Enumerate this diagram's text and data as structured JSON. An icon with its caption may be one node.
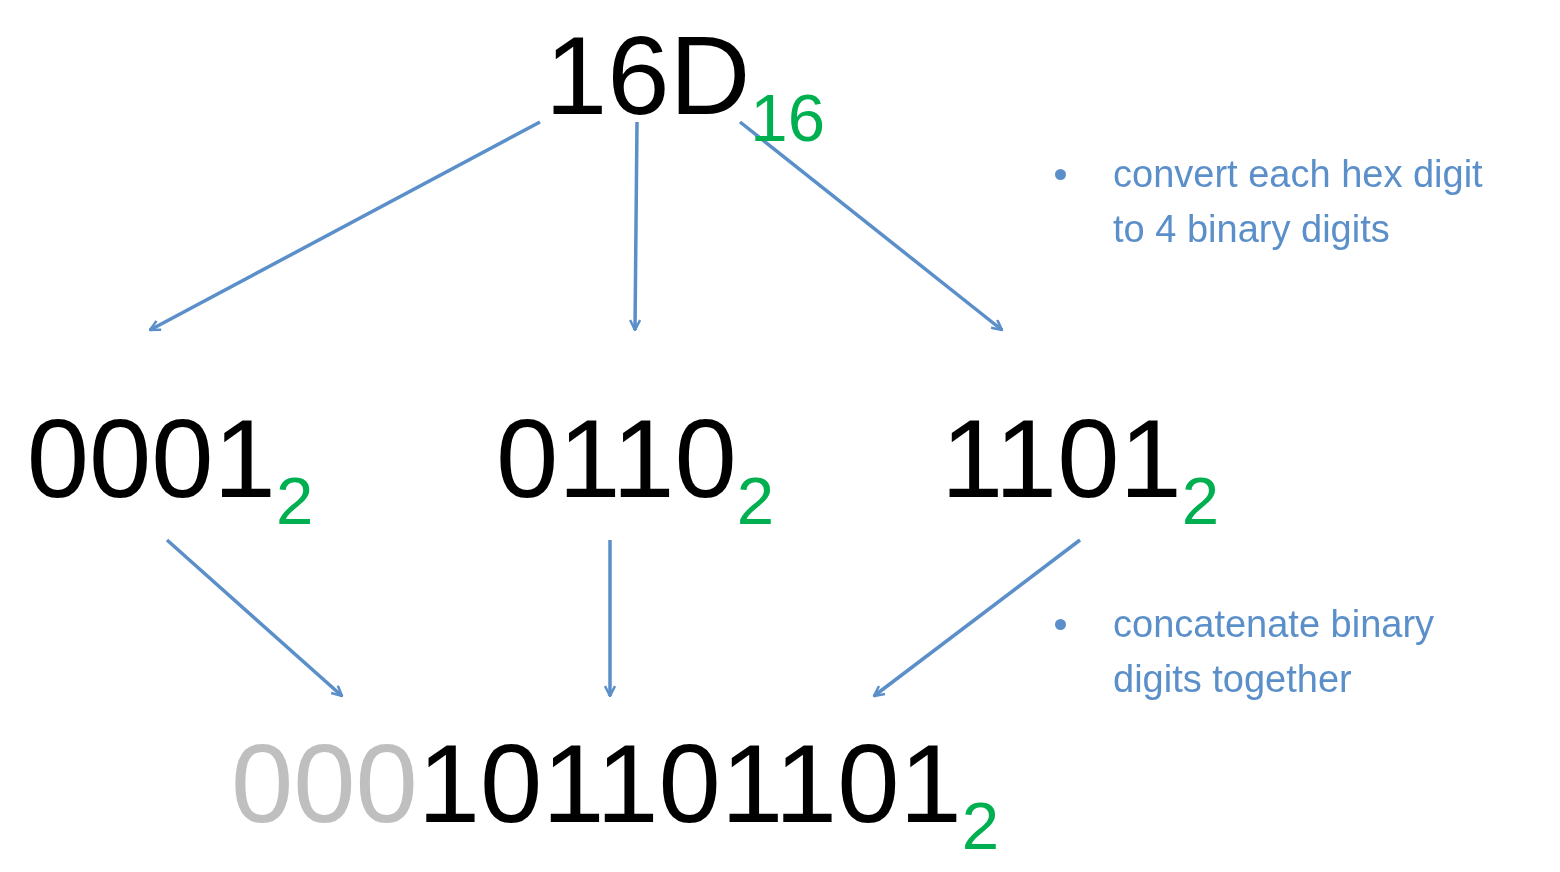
{
  "diagram": {
    "nodes": [
      {
        "text": [
          "16D$_{16}$"
        ]
      },
      {
        "text": [
          "0001$_{2}$"
        ]
      },
      {
        "text": [
          "0110$_{2}$"
        ]
      },
      {
        "text": [
          "1101$_{2}$"
        ]
      },
      {
        "text": [
          "000",
          "101101101$_{2}$"
        ]
      }
    ],
    "edges": [
      {
        "from": 0,
        "to": 1,
        "arrow": "to"
      },
      {
        "from": 0,
        "to": 2,
        "arrow": "to"
      },
      {
        "from": 0,
        "to": 3,
        "arrow": "to"
      },
      {
        "from": 1,
        "to": 4,
        "arrow": "to"
      },
      {
        "from": 2,
        "to": 4,
        "arrow": "to"
      },
      {
        "from": 3,
        "to": 4,
        "arrow": "to"
      }
    ],
    "labels": [
      "convert each hex digit to 4 binary digits",
      "concatenate binary digits together"
    ]
  }
}
